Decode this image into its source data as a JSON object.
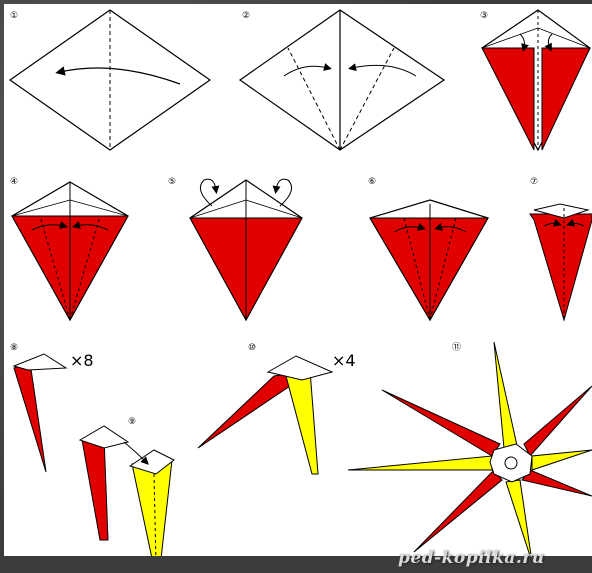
{
  "steps": [
    {
      "label": "①"
    },
    {
      "label": "②"
    },
    {
      "label": "③"
    },
    {
      "label": "④"
    },
    {
      "label": "⑤"
    },
    {
      "label": "⑥"
    },
    {
      "label": "⑦"
    },
    {
      "label": "⑧"
    },
    {
      "label": "⑨"
    },
    {
      "label": "⑩"
    },
    {
      "label": "⑪"
    }
  ],
  "multipliers": {
    "step8": "×8",
    "step10": "×4"
  },
  "watermark": "ped-kopilka.ru",
  "colors": {
    "red": "#e00000",
    "yellow": "#ffff00",
    "line": "#000000",
    "background": "#4a4a4a"
  }
}
